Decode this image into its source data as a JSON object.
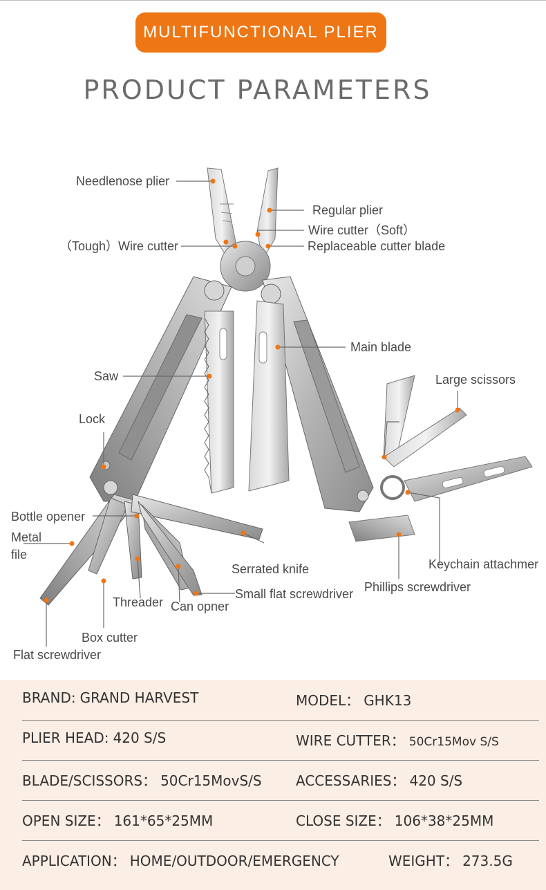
{
  "banner": {
    "label": "MULTIFUNCTIONAL PLIER"
  },
  "heading": {
    "title": "PRODUCT PARAMETERS"
  },
  "colors": {
    "accent": "#ee7615",
    "panel": "#fbeee5",
    "text": "#4a4a4a"
  },
  "diagram": {
    "labels": {
      "needlenose": "Needlenose plier",
      "regular": "Regular plier",
      "wire_soft": "Wire cutter（Soft）",
      "wire_tough": "（Tough）Wire cutter",
      "replaceable": "Replaceable cutter blade",
      "main_blade": "Main blade",
      "saw": "Saw",
      "large_scissors": "Large scissors",
      "lock": "Lock",
      "bottle_opener": "Bottle opener",
      "metal_file_1": "Metal",
      "metal_file_2": "file",
      "serrated_knife": "Serrated knife",
      "keychain": "Keychain attachmer",
      "phillips": "Phillips screwdriver",
      "small_flat": "Small flat screwdriver",
      "threader": "Threader",
      "can_opener": "Can opner",
      "box_cutter": "Box cutter",
      "flat_screwdriver": "Flat screwdriver"
    }
  },
  "specs": {
    "rows": [
      {
        "l_label": "BRAND:",
        "l_value": "GRAND HARVEST",
        "r_label": "MODEL：",
        "r_value": "GHK13"
      },
      {
        "l_label": "PLIER HEAD:",
        "l_value": "420 S/S",
        "r_label": "WIRE CUTTER：",
        "r_value": "50Cr15Mov S/S"
      },
      {
        "l_label": "BLADE/SCISSORS：",
        "l_value": "50Cr15MovS/S",
        "r_label": "ACCESSARIES：",
        "r_value": "420 S/S"
      },
      {
        "l_label": "OPEN SIZE：",
        "l_value": "161*65*25MM",
        "r_label": "CLOSE SIZE：",
        "r_value": "106*38*25MM"
      },
      {
        "l_label": "APPLICATION：",
        "l_value": "HOME/OUTDOOR/EMERGENCY",
        "r_label": "WEIGHT：",
        "r_value": "273.5G"
      }
    ]
  }
}
